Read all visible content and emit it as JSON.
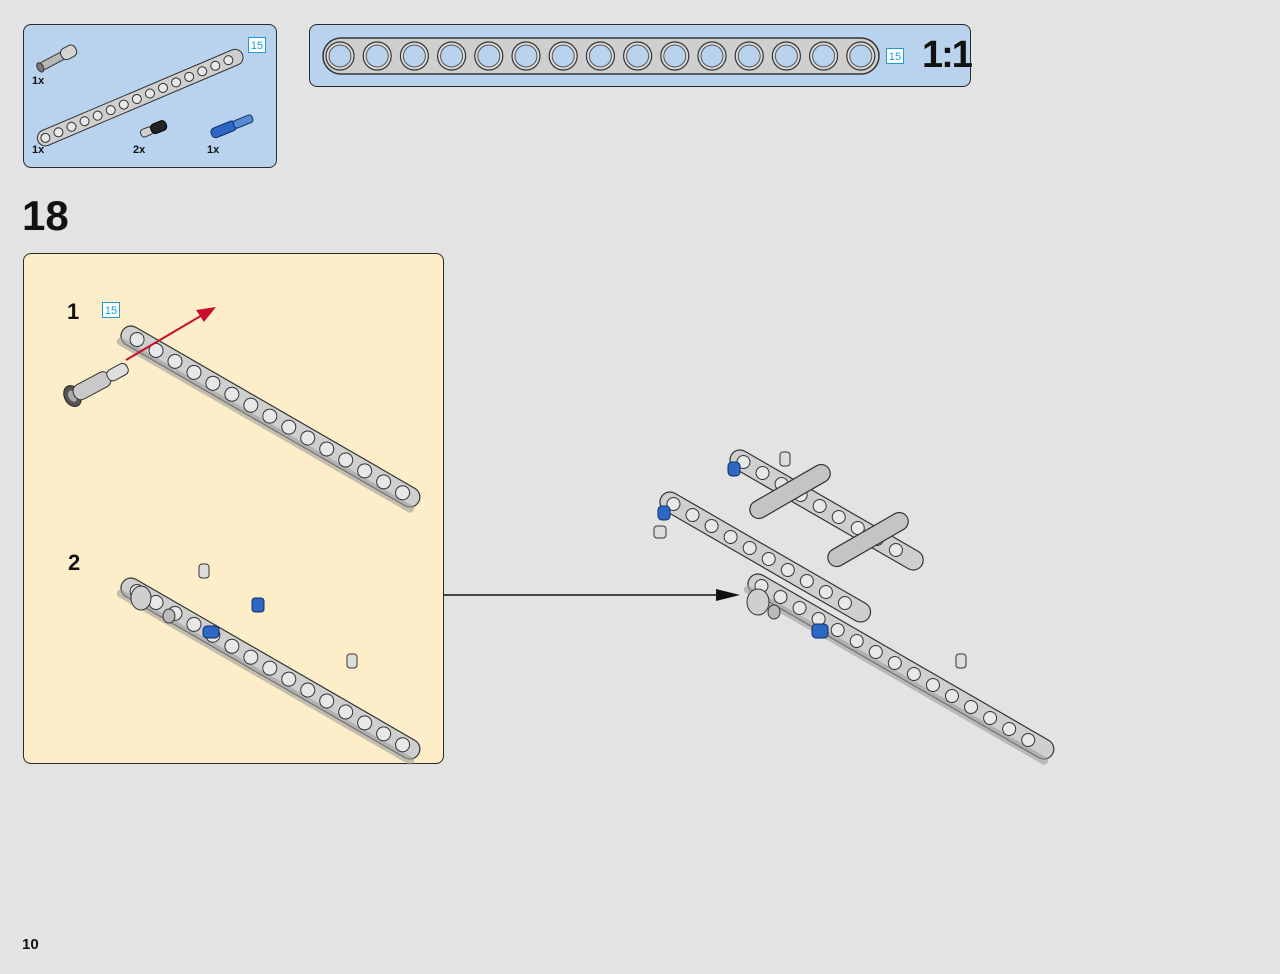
{
  "parts_list": {
    "beam_length_tag": "15",
    "items": [
      {
        "name": "friction-axle-pin",
        "qty": "1x"
      },
      {
        "name": "beam-15",
        "qty": "1x"
      },
      {
        "name": "black-friction-pin",
        "qty": "2x"
      },
      {
        "name": "blue-axle-pin",
        "qty": "1x"
      }
    ]
  },
  "scale_ref": {
    "length_tag": "15",
    "scale": "1:1",
    "hole_count": 15
  },
  "step": {
    "number": "18"
  },
  "substeps": [
    {
      "number": "1",
      "length_tag": "15"
    },
    {
      "number": "2"
    }
  ],
  "page": {
    "number": "10"
  },
  "colors": {
    "panel_blue": "#b9d3ee",
    "panel_cream": "#fdeec9",
    "beam_gray": "#c8c8c8",
    "pin_blue": "#2d69c4",
    "arrow_red": "#c8102e",
    "tag_cyan": "#1e9bd0"
  }
}
